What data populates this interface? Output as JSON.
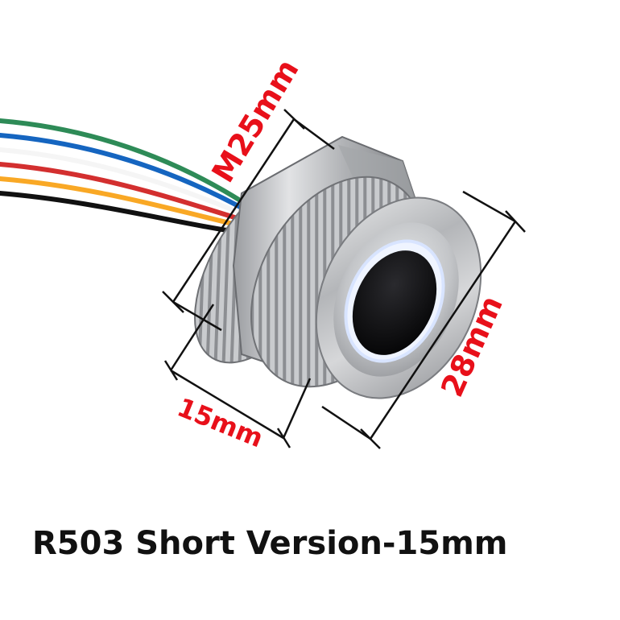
{
  "product": {
    "caption": "R503 Short Version-15mm"
  },
  "dimensions": {
    "thread": "M25mm",
    "diameter": "28mm",
    "length": "15mm"
  },
  "colors": {
    "dimension_text": "#e8101a",
    "dimension_lines": "#111111",
    "steel": "#b8babd",
    "sensor": "#0c0c0e",
    "led_ring": "#d8e4ff"
  },
  "wire_colors": [
    "#2e8b57",
    "#1565c0",
    "#f5f5f5",
    "#d32f2f",
    "#f9a825",
    "#111111"
  ]
}
